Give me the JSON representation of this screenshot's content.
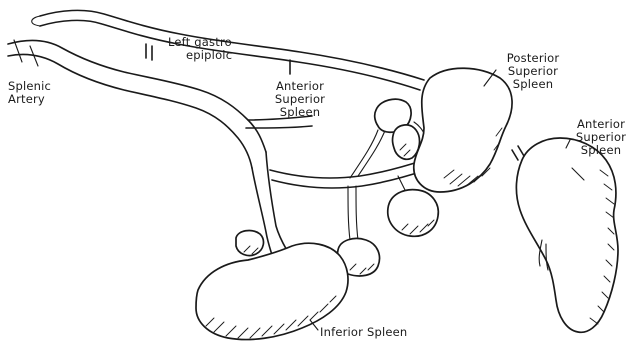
{
  "labels": {
    "splenic_artery": [
      "Splenic",
      "Artery"
    ],
    "left_gastroepiploic": [
      "Left gastro-",
      "epiploic"
    ],
    "anterior_superior_spleen_main": [
      "Anterior",
      "Superior",
      "Spleen"
    ],
    "posterior_superior_spleen": [
      "Posterior",
      "Superior",
      "Spleen"
    ],
    "anterior_superior_spleen_side": [
      "Anterior",
      "Superior",
      "Spleen"
    ],
    "inferior_spleen": [
      "Inferior Spleen"
    ]
  },
  "colors": {
    "ink": "#1a1a1a",
    "background": "#ffffff"
  }
}
